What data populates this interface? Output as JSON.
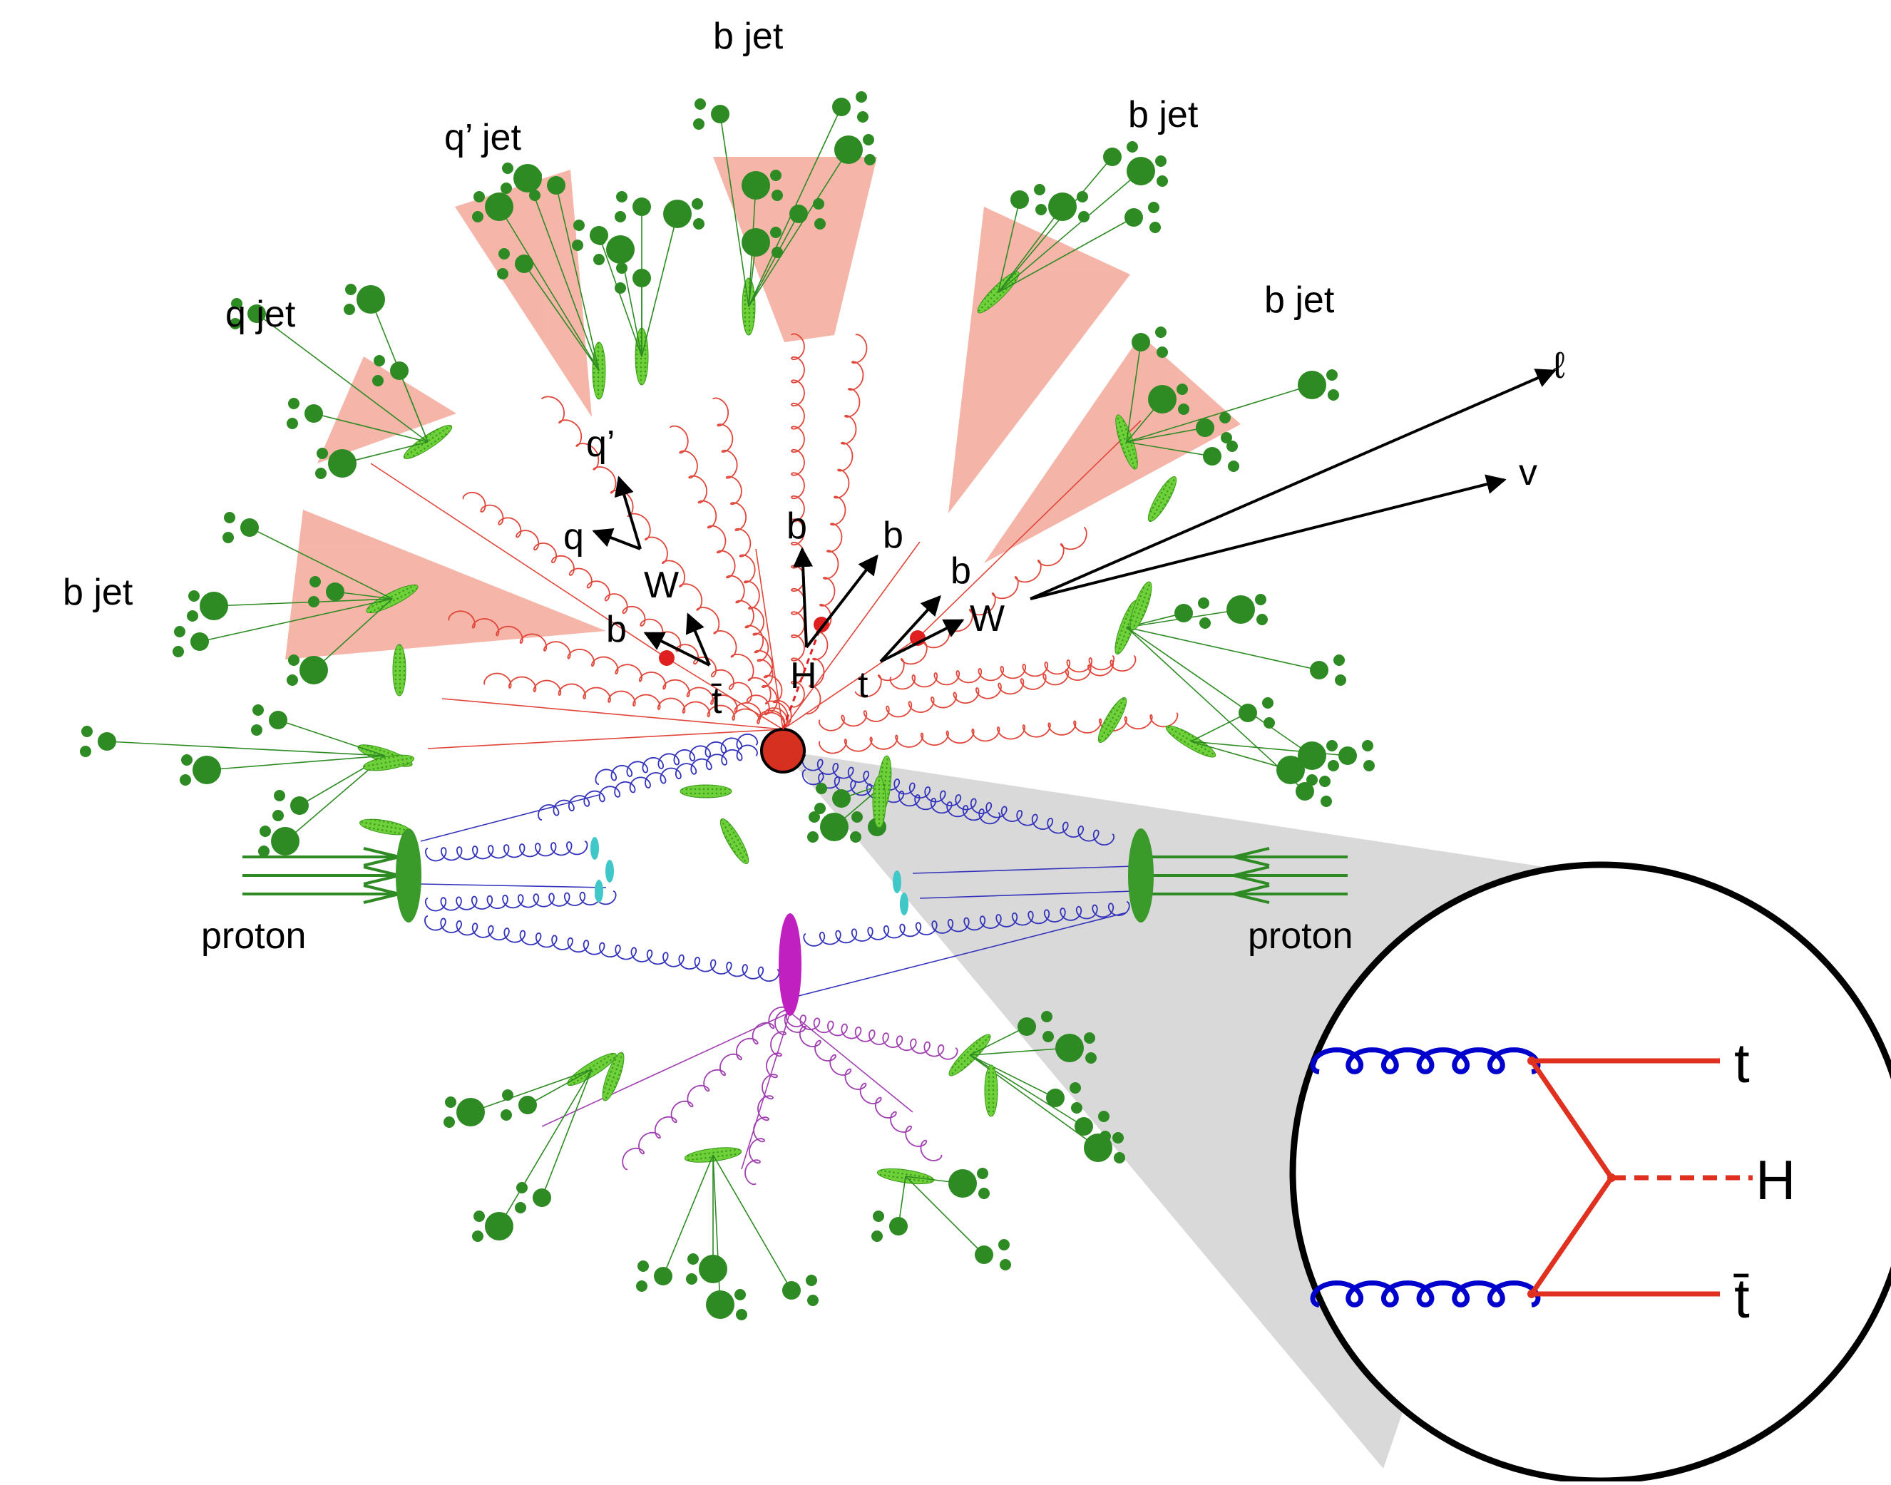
{
  "labels": {
    "b_jet_top": "b jet",
    "b_jet_upper_right": "b jet",
    "b_jet_right": "b jet",
    "b_jet_left": "b jet",
    "q_prime_jet": "q’ jet",
    "q_jet": "q jet",
    "q_prime": "q’",
    "q": "q",
    "w_left": "W",
    "b_left": "b",
    "tbar": "t̄",
    "h": "H",
    "b_mid_left": "b",
    "b_mid_right": "b",
    "b_right": "b",
    "w_right": "W",
    "t": "t",
    "lepton": "ℓ",
    "neutrino": "v",
    "proton_left": "proton",
    "proton_right": "proton"
  },
  "inset": {
    "t": "t",
    "h": "H",
    "tbar": "t̄"
  },
  "colors": {
    "jet_cone": "#f4a89a",
    "hadron": "#2e8b23",
    "gluon_top": "#e0463a",
    "gluon_beam": "#3333bb",
    "gluon_bottom": "#a040b0",
    "hard_vertex": "#d63020",
    "underlying_event": "#c020c0",
    "beam_remnant": "#40c8c8",
    "zoom_cone": "#d9d9d9",
    "inset_gluon": "#0000cc",
    "inset_top": "#e03020"
  }
}
